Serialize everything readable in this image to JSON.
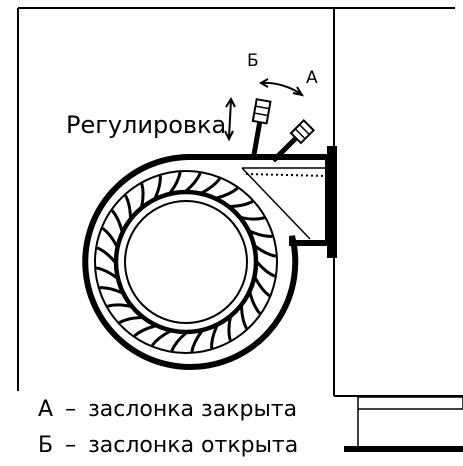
{
  "labels": {
    "adjustment": "Регулировка",
    "position_b": "Б",
    "position_a": "А"
  },
  "legend": [
    {
      "key": "А",
      "dash": "–",
      "text": "заслонка закрыта"
    },
    {
      "key": "Б",
      "dash": "–",
      "text": "заслонка открыта"
    }
  ],
  "colors": {
    "line": "#000000",
    "background": "#ffffff"
  }
}
